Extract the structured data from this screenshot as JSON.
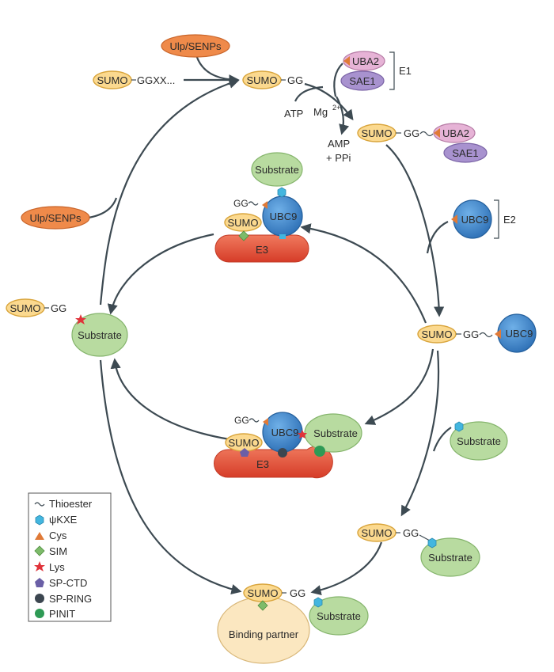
{
  "labels": {
    "sumo": "SUMO",
    "ulp_senps": "Ulp/SENPs",
    "ggxx": "GGXX...",
    "gg": "GG",
    "uba2": "UBA2",
    "sae1": "SAE1",
    "e1": "E1",
    "e2": "E2",
    "e3": "E3",
    "ubc9": "UBC9",
    "atp": "ATP",
    "mg": "Mg",
    "mg_sup": "2+",
    "amp": "AMP",
    "ppi": "+ PPi",
    "substrate": "Substrate",
    "binding_partner": "Binding partner"
  },
  "legend": [
    {
      "symbol": "tilde",
      "label": "Thioester",
      "color": "#333333"
    },
    {
      "symbol": "hexagon",
      "label": "ψKXE",
      "color": "#43b6df"
    },
    {
      "symbol": "triangle",
      "label": "Cys",
      "color": "#e07a37"
    },
    {
      "symbol": "diamond",
      "label": "SIM",
      "color": "#7dbb6a"
    },
    {
      "symbol": "star",
      "label": "Lys",
      "color": "#e0333a"
    },
    {
      "symbol": "pentagon",
      "label": "SP-CTD",
      "color": "#6a5fa6"
    },
    {
      "symbol": "circle",
      "label": "SP-RING",
      "color": "#3c4650"
    },
    {
      "symbol": "circle",
      "label": "PINIT",
      "color": "#2e9a55"
    }
  ],
  "colors": {
    "sumo": "#fbd98f",
    "ulp_senps": "#ef8a4a",
    "substrate": "#b8dba0",
    "ubc9": "#3f86cc",
    "uba2": "#e6b3d6",
    "sae1": "#a892cf",
    "e3": "#e24a33",
    "binding_partner": "#fbe7c0",
    "arrow": "#3d4a52"
  }
}
